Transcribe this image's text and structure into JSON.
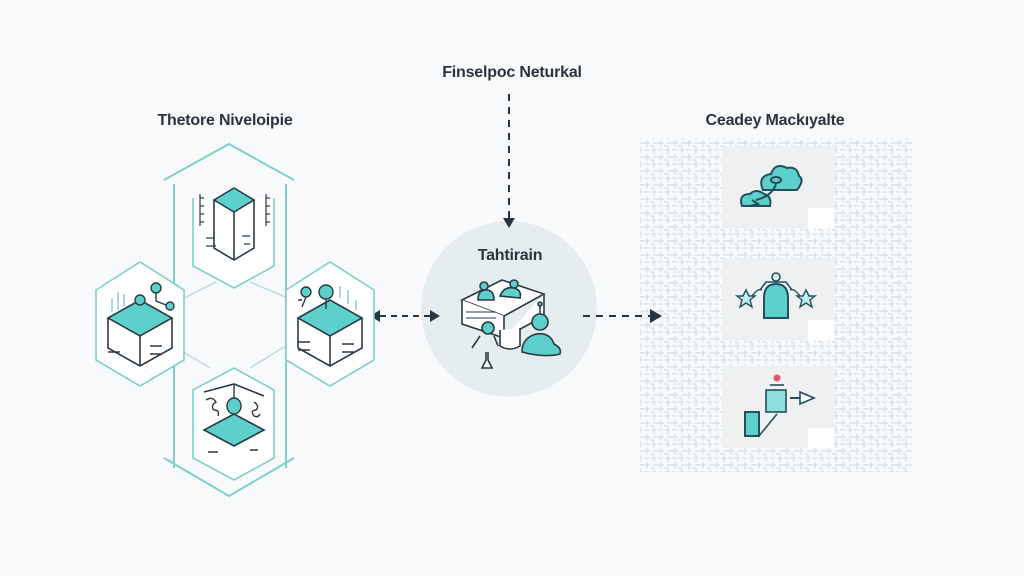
{
  "diagram": {
    "top_label": "Finselpoc Neturkal",
    "left_group": {
      "title": "Thetore Niveloipie",
      "nodes": [
        {
          "id": "top",
          "position": "top"
        },
        {
          "id": "left",
          "position": "left"
        },
        {
          "id": "right",
          "position": "right"
        },
        {
          "id": "bottom",
          "position": "bottom"
        }
      ]
    },
    "center_node": {
      "title": "Tahtirain"
    },
    "right_group": {
      "title": "Ceadey Mackıyalte",
      "cards": [
        {
          "icon": "cloud-transfer-icon"
        },
        {
          "icon": "gateway-network-icon"
        },
        {
          "icon": "deploy-flow-icon"
        }
      ]
    },
    "connectors": [
      {
        "from": "top_label",
        "to": "center_node",
        "style": "dashed",
        "arrow": "end"
      },
      {
        "from": "left_group",
        "to": "center_node",
        "style": "dashed",
        "arrow": "both"
      },
      {
        "from": "center_node",
        "to": "right_group",
        "style": "dashed",
        "arrow": "end"
      }
    ],
    "colors": {
      "accent": "#5ed0cc",
      "outline": "#7fcfcc",
      "ink": "#2a3340",
      "card_bg": "#eef0f1",
      "circle_bg": "#e6edef",
      "alert": "#e0566a"
    }
  }
}
